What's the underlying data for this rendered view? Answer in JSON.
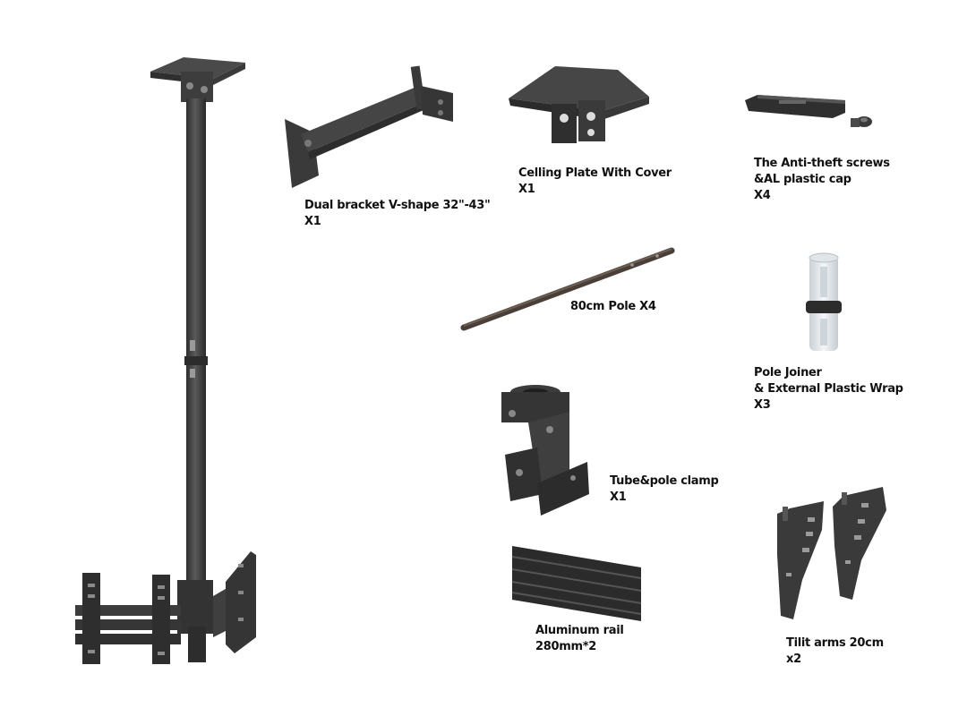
{
  "colors": {
    "background": "#ffffff",
    "metal_dark": "#3a3a3a",
    "metal_mid": "#4a4a4a",
    "metal_light": "#5c5c5c",
    "pole_brown": "#4a3f38",
    "joiner_white": "#e8ecef",
    "label_text": "#111111"
  },
  "labels": {
    "dual_bracket": {
      "line1": "Dual bracket V-shape 32\"-43\"",
      "line2": "X1"
    },
    "ceiling_plate": {
      "line1": "Celling Plate With Cover",
      "line2": "X1"
    },
    "screws": {
      "line1": "The Anti-theft screws",
      "line2": "&AL plastic cap",
      "line3": "X4"
    },
    "pole": {
      "line1": "80cm Pole X4"
    },
    "pole_joiner": {
      "line1": "Pole Joiner",
      "line2": "& External Plastic Wrap",
      "line3": "X3"
    },
    "tube_clamp": {
      "line1": "Tube&pole clamp",
      "line2": "X1"
    },
    "aluminum_rail": {
      "line1": "Aluminum rail",
      "line2": "280mm*2"
    },
    "tilt_arms": {
      "line1": "Tilit arms 20cm",
      "line2": "x2"
    }
  },
  "icons": [
    "assembled-ceiling-mount-icon",
    "dual-bracket-icon",
    "ceiling-plate-icon",
    "anti-theft-screw-icon",
    "pole-icon",
    "pole-joiner-icon",
    "tube-clamp-icon",
    "aluminum-rail-icon",
    "tilt-arms-icon"
  ]
}
